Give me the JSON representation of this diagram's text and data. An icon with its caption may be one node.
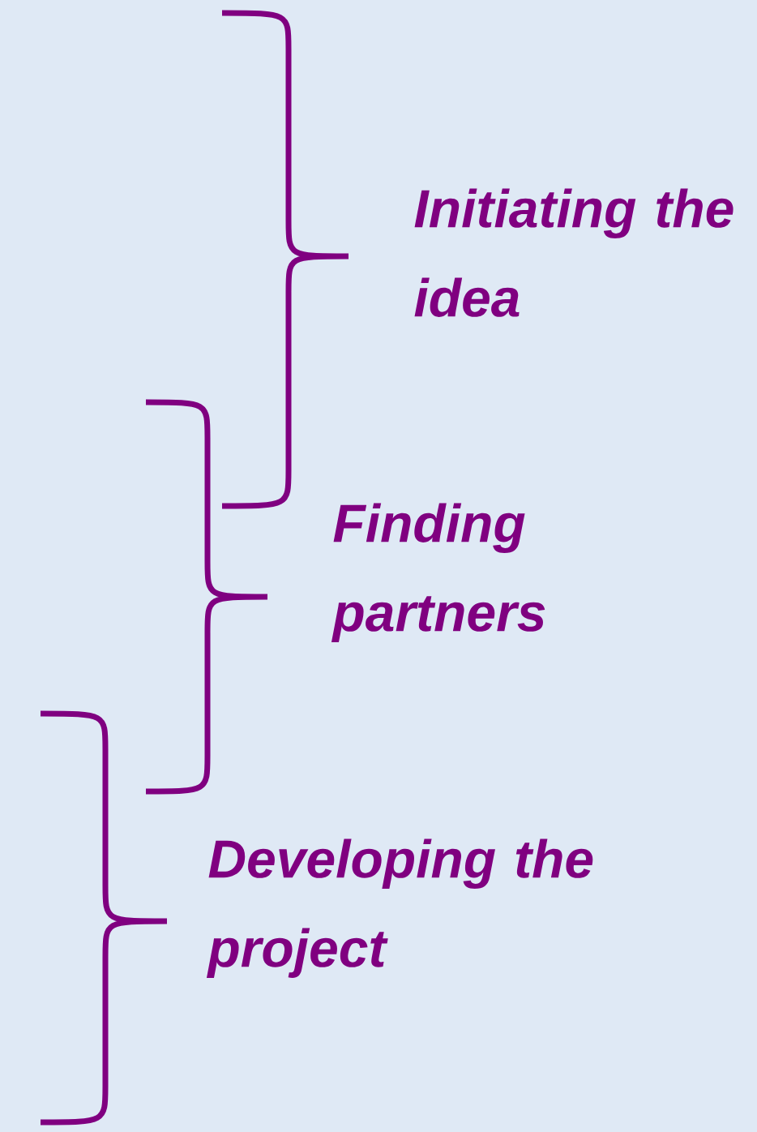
{
  "diagram": {
    "labels": [
      "Initiating the idea",
      "Finding partners",
      "Developing the project"
    ]
  }
}
